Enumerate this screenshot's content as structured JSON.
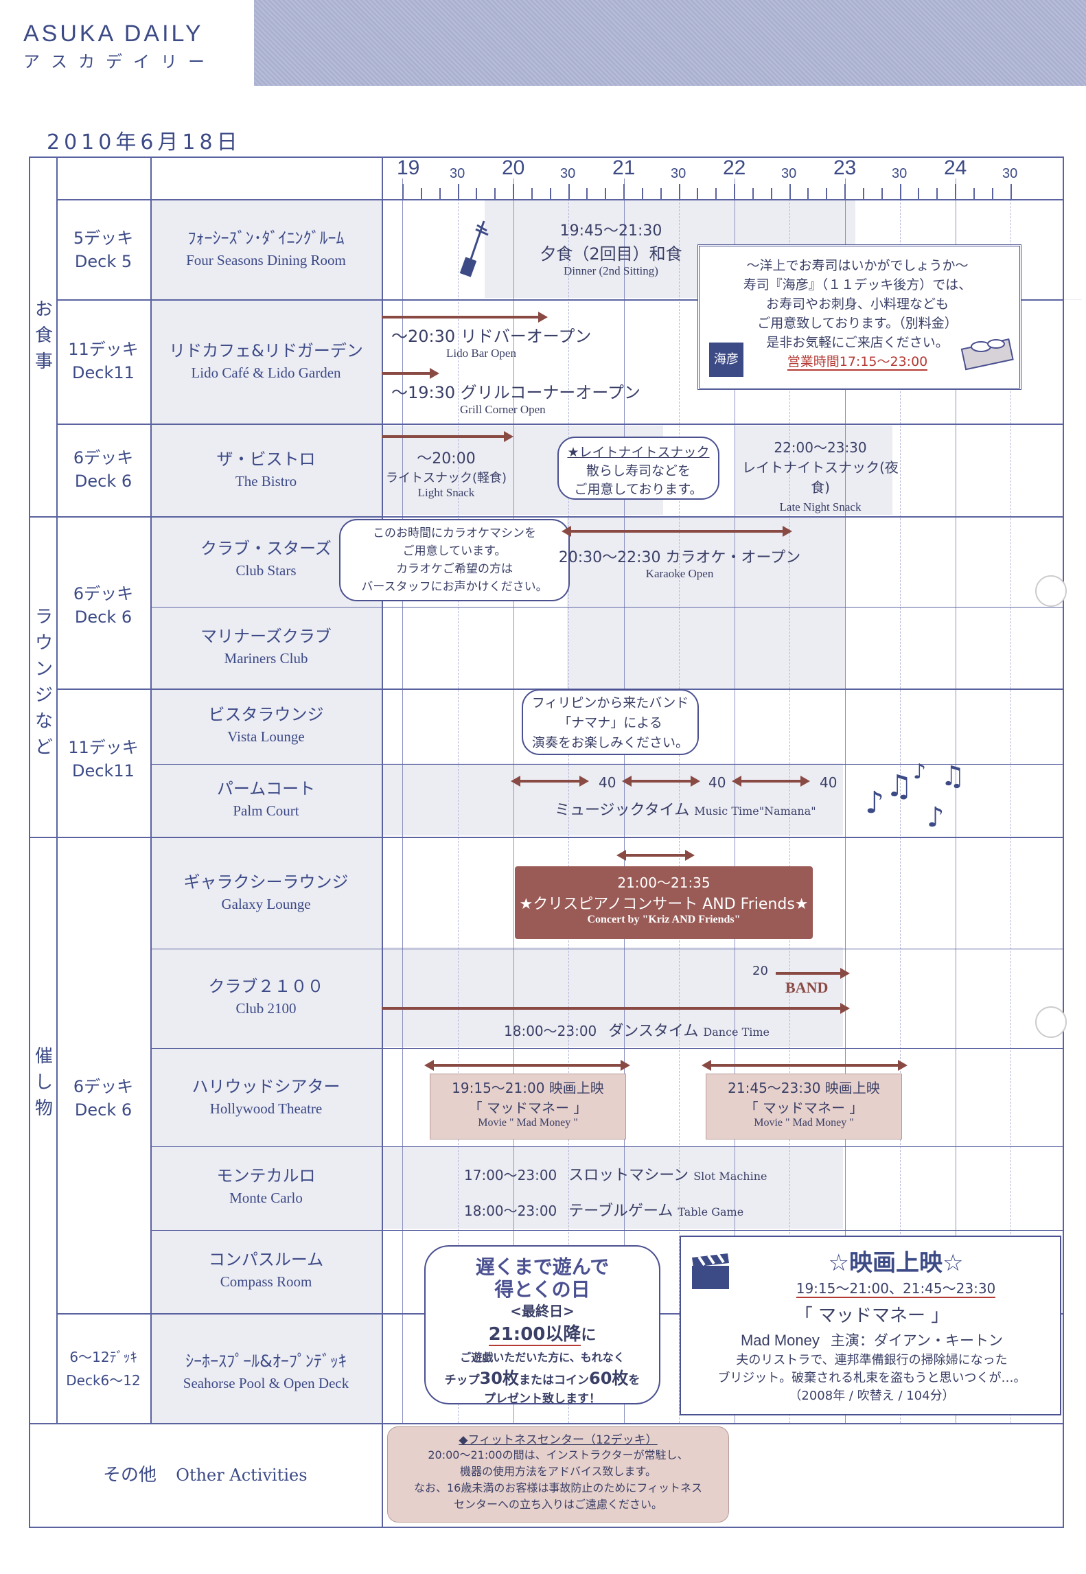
{
  "header": {
    "logo_en": "ASUKA DAILY",
    "logo_jp": "アスカデイリー",
    "date": "2010年6月18日"
  },
  "timeline": {
    "hours": [
      "19",
      "20",
      "21",
      "22",
      "23",
      "24"
    ],
    "half_label": "30"
  },
  "categories": {
    "dining": "お食事",
    "lounge": "ラウンジなど",
    "events": "催し物",
    "other_jp": "その他",
    "other_en": "Other Activities"
  },
  "decks": {
    "d5_jp": "5デッキ",
    "d5_en": "Deck 5",
    "d11a_jp": "11デッキ",
    "d11a_en": "Deck11",
    "d6a_jp": "6デッキ",
    "d6a_en": "Deck 6",
    "d6b_jp": "6デッキ",
    "d6b_en": "Deck 6",
    "d11b_jp": "11デッキ",
    "d11b_en": "Deck11",
    "d6c_jp": "6デッキ",
    "d6c_en": "Deck 6",
    "d612_jp": "6〜12ﾃﾞｯｷ",
    "d612_en": "Deck6〜12"
  },
  "venues": {
    "four_seasons_jp": "ﾌｫｰｼｰｽﾞﾝ･ﾀﾞｲﾆﾝｸﾞﾙｰﾑ",
    "four_seasons_en": "Four Seasons Dining Room",
    "lido_jp": "リドカフェ&リドガーデン",
    "lido_en": "Lido Café & Lido Garden",
    "bistro_jp": "ザ・ビストロ",
    "bistro_en": "The Bistro",
    "club_stars_jp": "クラブ・スターズ",
    "club_stars_en": "Club Stars",
    "mariners_jp": "マリナーズクラブ",
    "mariners_en": "Mariners Club",
    "vista_jp": "ビスタラウンジ",
    "vista_en": "Vista Lounge",
    "palm_jp": "パームコート",
    "palm_en": "Palm Court",
    "galaxy_jp": "ギャラクシーラウンジ",
    "galaxy_en": "Galaxy Lounge",
    "club2100_jp": "クラブ２１００",
    "club2100_en": "Club 2100",
    "hollywood_jp": "ハリウッドシアター",
    "hollywood_en": "Hollywood Theatre",
    "monte_jp": "モンテカルロ",
    "monte_en": "Monte Carlo",
    "compass_jp": "コンパスルーム",
    "compass_en": "Compass Room",
    "seahorse_jp": "ｼｰﾎｰｽﾌﾟｰﾙ&ｵｰﾌﾟﾝﾃﾞｯｷ",
    "seahorse_en": "Seahorse Pool & Open Deck"
  },
  "events": {
    "dinner_time": "19:45〜21:30",
    "dinner_jp": "夕食（2回目）和食",
    "dinner_en": "Dinner (2nd Sitting)",
    "lidobar_jp": "〜20:30 リドバーオープン",
    "lidobar_en": "Lido Bar Open",
    "grill_jp": "〜19:30 グリルコーナーオープン",
    "grill_en": "Grill Corner Open",
    "light_time": "〜20:00",
    "light_jp": "ライトスナック(軽食)",
    "light_en": "Light Snack",
    "late_bubble_title": "★レイトナイトスナック",
    "late_bubble_l1": "散らし寿司などを",
    "late_bubble_l2": "ご用意しております。",
    "late_time": "22:00〜23:30",
    "late_jp": "レイトナイトスナック(夜食)",
    "late_en": "Late Night Snack",
    "karaoke_bubble_l1": "このお時間にカラオケマシンを",
    "karaoke_bubble_l2": "ご用意しています。",
    "karaoke_bubble_l3": "カラオケご希望の方は",
    "karaoke_bubble_l4": "バースタッフにお声かけください。",
    "karaoke_jp": "20:30〜22:30 カラオケ・オープン",
    "karaoke_en": "Karaoke Open",
    "band_bubble_l1": "フィリピンから来たバンド",
    "band_bubble_l2": "「ナマナ」による",
    "band_bubble_l3": "演奏をお楽しみください。",
    "forty": "40",
    "music_jp": "ミュージックタイム",
    "music_en": "Music Time\"Namana\"",
    "concert_time": "21:00〜21:35",
    "concert_jp": "★クリスピアノコンサート AND Friends★",
    "concert_en": "Concert by \"Kriz AND Friends\"",
    "band_twenty": "20",
    "band_label": "BAND",
    "dance_time": "18:00〜23:00",
    "dance_jp": "ダンスタイム",
    "dance_en": "Dance Time",
    "movie1_time": "19:15〜21:00 映画上映",
    "movie2_time": "21:45〜23:30 映画上映",
    "movie_title_jp": "「 マッドマネー 」",
    "movie_title_en": "Movie \" Mad Money \"",
    "slot_time": "17:00〜23:00",
    "slot_jp": "スロットマシーン",
    "slot_en": "Slot Machine",
    "table_time": "18:00〜23:00",
    "table_jp": "テーブルゲーム",
    "table_en": "Table Game"
  },
  "sushi_box": {
    "l1": "〜洋上でお寿司はいかがでしょうか〜",
    "l2": "寿司『海彦』（１１デッキ後方）では、",
    "l3": "お寿司やお刺身、小料理なども",
    "l4": "ご用意致しております。（別料金）",
    "l5": "是非お気軽にご来店ください。",
    "hours": "営業時間17:15〜23:00",
    "logo": "海彦"
  },
  "casino_promo": {
    "title1": "遅くまで遊んで",
    "title2": "得とくの日",
    "final": "<最終日>",
    "after": "21:00以降",
    "after_suffix": "に",
    "l1": "ご遊戯いただいた方に、もれなく",
    "l2a": "チップ",
    "l2b": "30枚",
    "l2c": "またはコイン",
    "l2d": "60枚",
    "l2e": "を",
    "l3": "プレゼント致します！"
  },
  "movie_box": {
    "title": "☆映画上映☆",
    "times": "19:15〜21:00、21:45〜23:30",
    "title_jp": "「 マッドマネー 」",
    "cast_en": "Mad Money",
    "cast_jp": "主演：ダイアン・キートン",
    "synopsis1": "夫のリストラで、連邦準備銀行の掃除婦になった",
    "synopsis2": "ブリジット。破棄される札束を盗もうと思いつくが…。",
    "info": "（2008年 / 吹替え / 104分）"
  },
  "fitness": {
    "title": "◆フィットネスセンター（12デッキ）",
    "l1": "20:00〜21:00の間は、インストラクターが常駐し、",
    "l2": "機器の使用方法をアドバイス致します。",
    "l3": "なお、16歳未満のお客様は事故防止のためにフィットネス",
    "l4": "センターへの立ち入りはご遠慮ください。"
  },
  "colors": {
    "navy": "#3c4a86",
    "rose": "#9a5a55",
    "banner": "#aab0d0"
  }
}
